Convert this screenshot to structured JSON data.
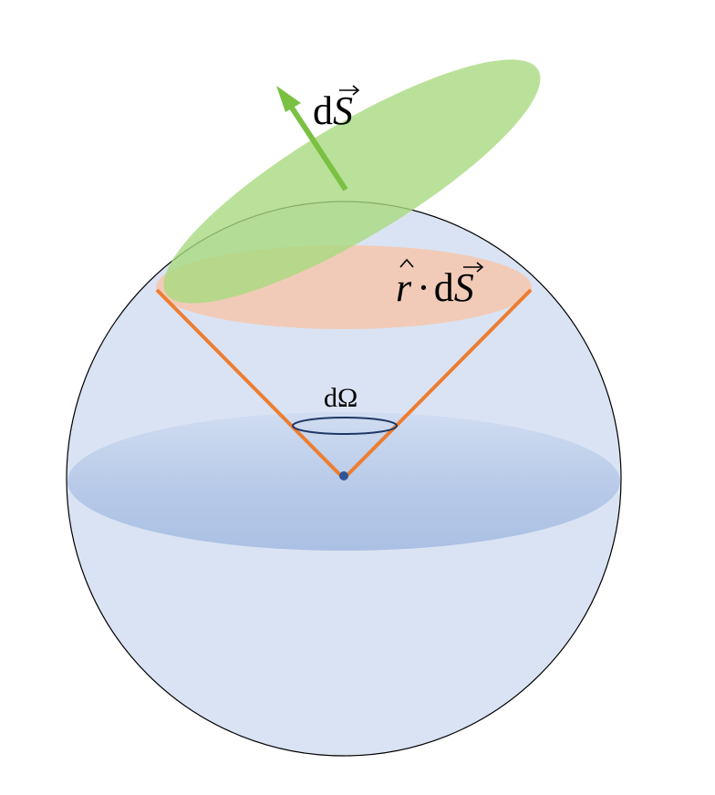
{
  "labels": {
    "surface_element": "dS",
    "projected_element": "r̂ · dS",
    "solid_angle": "dΩ"
  },
  "colors": {
    "sphere_fill": "#dae3f3",
    "sphere_stroke": "#000000",
    "equator_fill": "#b4c7e7",
    "surface_fill": "#a9d97f",
    "surface_arrow": "#7ac143",
    "projection_fill": "#f4c7ad",
    "cone_lines": "#ed7d31",
    "solid_angle_loop": "#1f3864",
    "center_dot": "#2f5597"
  },
  "icons": {
    "surface_normal": "arrow-icon",
    "vector_marker": "vector-arrow-icon",
    "unit_vector_marker": "hat-icon"
  }
}
